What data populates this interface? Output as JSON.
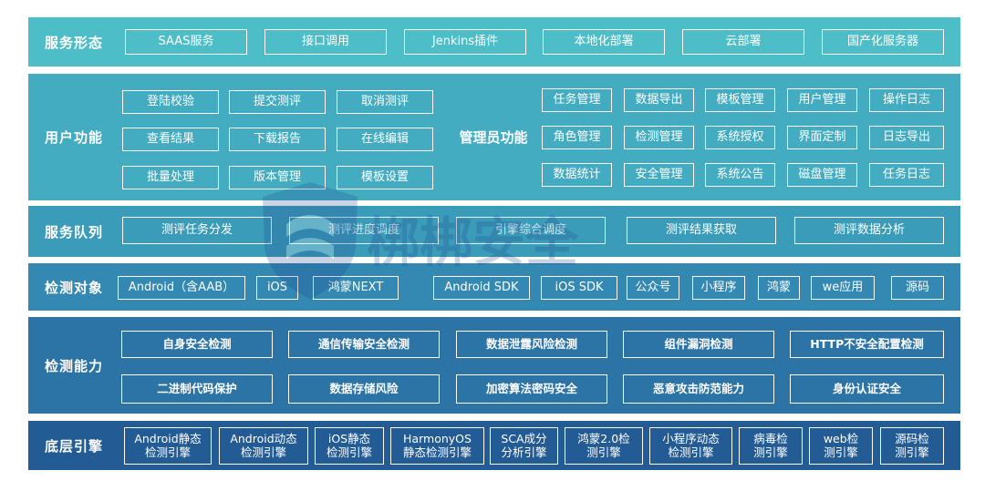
{
  "colors": {
    "row1": "#4dbec7",
    "row2": "#43acc1",
    "row3": "#3b9cba",
    "row4": "#3389b2",
    "row5": "#2c73a6",
    "row6": "#235b95"
  },
  "service_form": {
    "label": "服务形态",
    "items": [
      "SAAS服务",
      "接口调用",
      "Jenkins插件",
      "本地化部署",
      "云部署",
      "国产化服务器"
    ]
  },
  "user_functions": {
    "label": "用户功能",
    "items": [
      "登陆校验",
      "提交测评",
      "取消测评",
      "查看结果",
      "下载报告",
      "在线编辑",
      "批量处理",
      "版本管理",
      "模板设置"
    ],
    "admin_label": "管理员功能",
    "admin_items": [
      "任务管理",
      "数据导出",
      "模板管理",
      "用户管理",
      "操作日志",
      "角色管理",
      "检测管理",
      "系统授权",
      "界面定制",
      "日志导出",
      "数据统计",
      "安全管理",
      "系统公告",
      "磁盘管理",
      "任务日志"
    ]
  },
  "service_queue": {
    "label": "服务队列",
    "items": [
      "测评任务分发",
      "测评进度调度",
      "引擎综合调度",
      "测评结果获取",
      "测评数据分析"
    ]
  },
  "detect_targets": {
    "label": "检测对象",
    "items": [
      "Android（含AAB）",
      "iOS",
      "鸿蒙NEXT",
      "Android SDK",
      "iOS SDK",
      "公众号",
      "小程序",
      "鸿蒙",
      "we应用",
      "源码"
    ]
  },
  "detect_abilities": {
    "label": "检测能力",
    "items": [
      "自身安全检测",
      "通信传输安全检测",
      "数据泄露风险检测",
      "组件漏洞检测",
      "HTTP不安全配置检测",
      "二进制代码保护",
      "数据存储风险",
      "加密算法密码安全",
      "恶意攻击防范能力",
      "身份认证安全"
    ]
  },
  "engines": {
    "label": "底层引擎",
    "items": [
      [
        "Android静态",
        "检测引擎"
      ],
      [
        "Android动态",
        "检测引擎"
      ],
      [
        "iOS静态",
        "检测引擎"
      ],
      [
        "HarmonyOS",
        "静态检测引擎"
      ],
      [
        "SCA成分",
        "分析引擎"
      ],
      [
        "鸿蒙2.0检",
        "测引擎"
      ],
      [
        "小程序动态",
        "检测引擎"
      ],
      [
        "病毒检",
        "测引擎"
      ],
      [
        "web检",
        "测引擎"
      ],
      [
        "源码检",
        "测引擎"
      ]
    ]
  },
  "watermark": {
    "text": "梆梆安全"
  }
}
